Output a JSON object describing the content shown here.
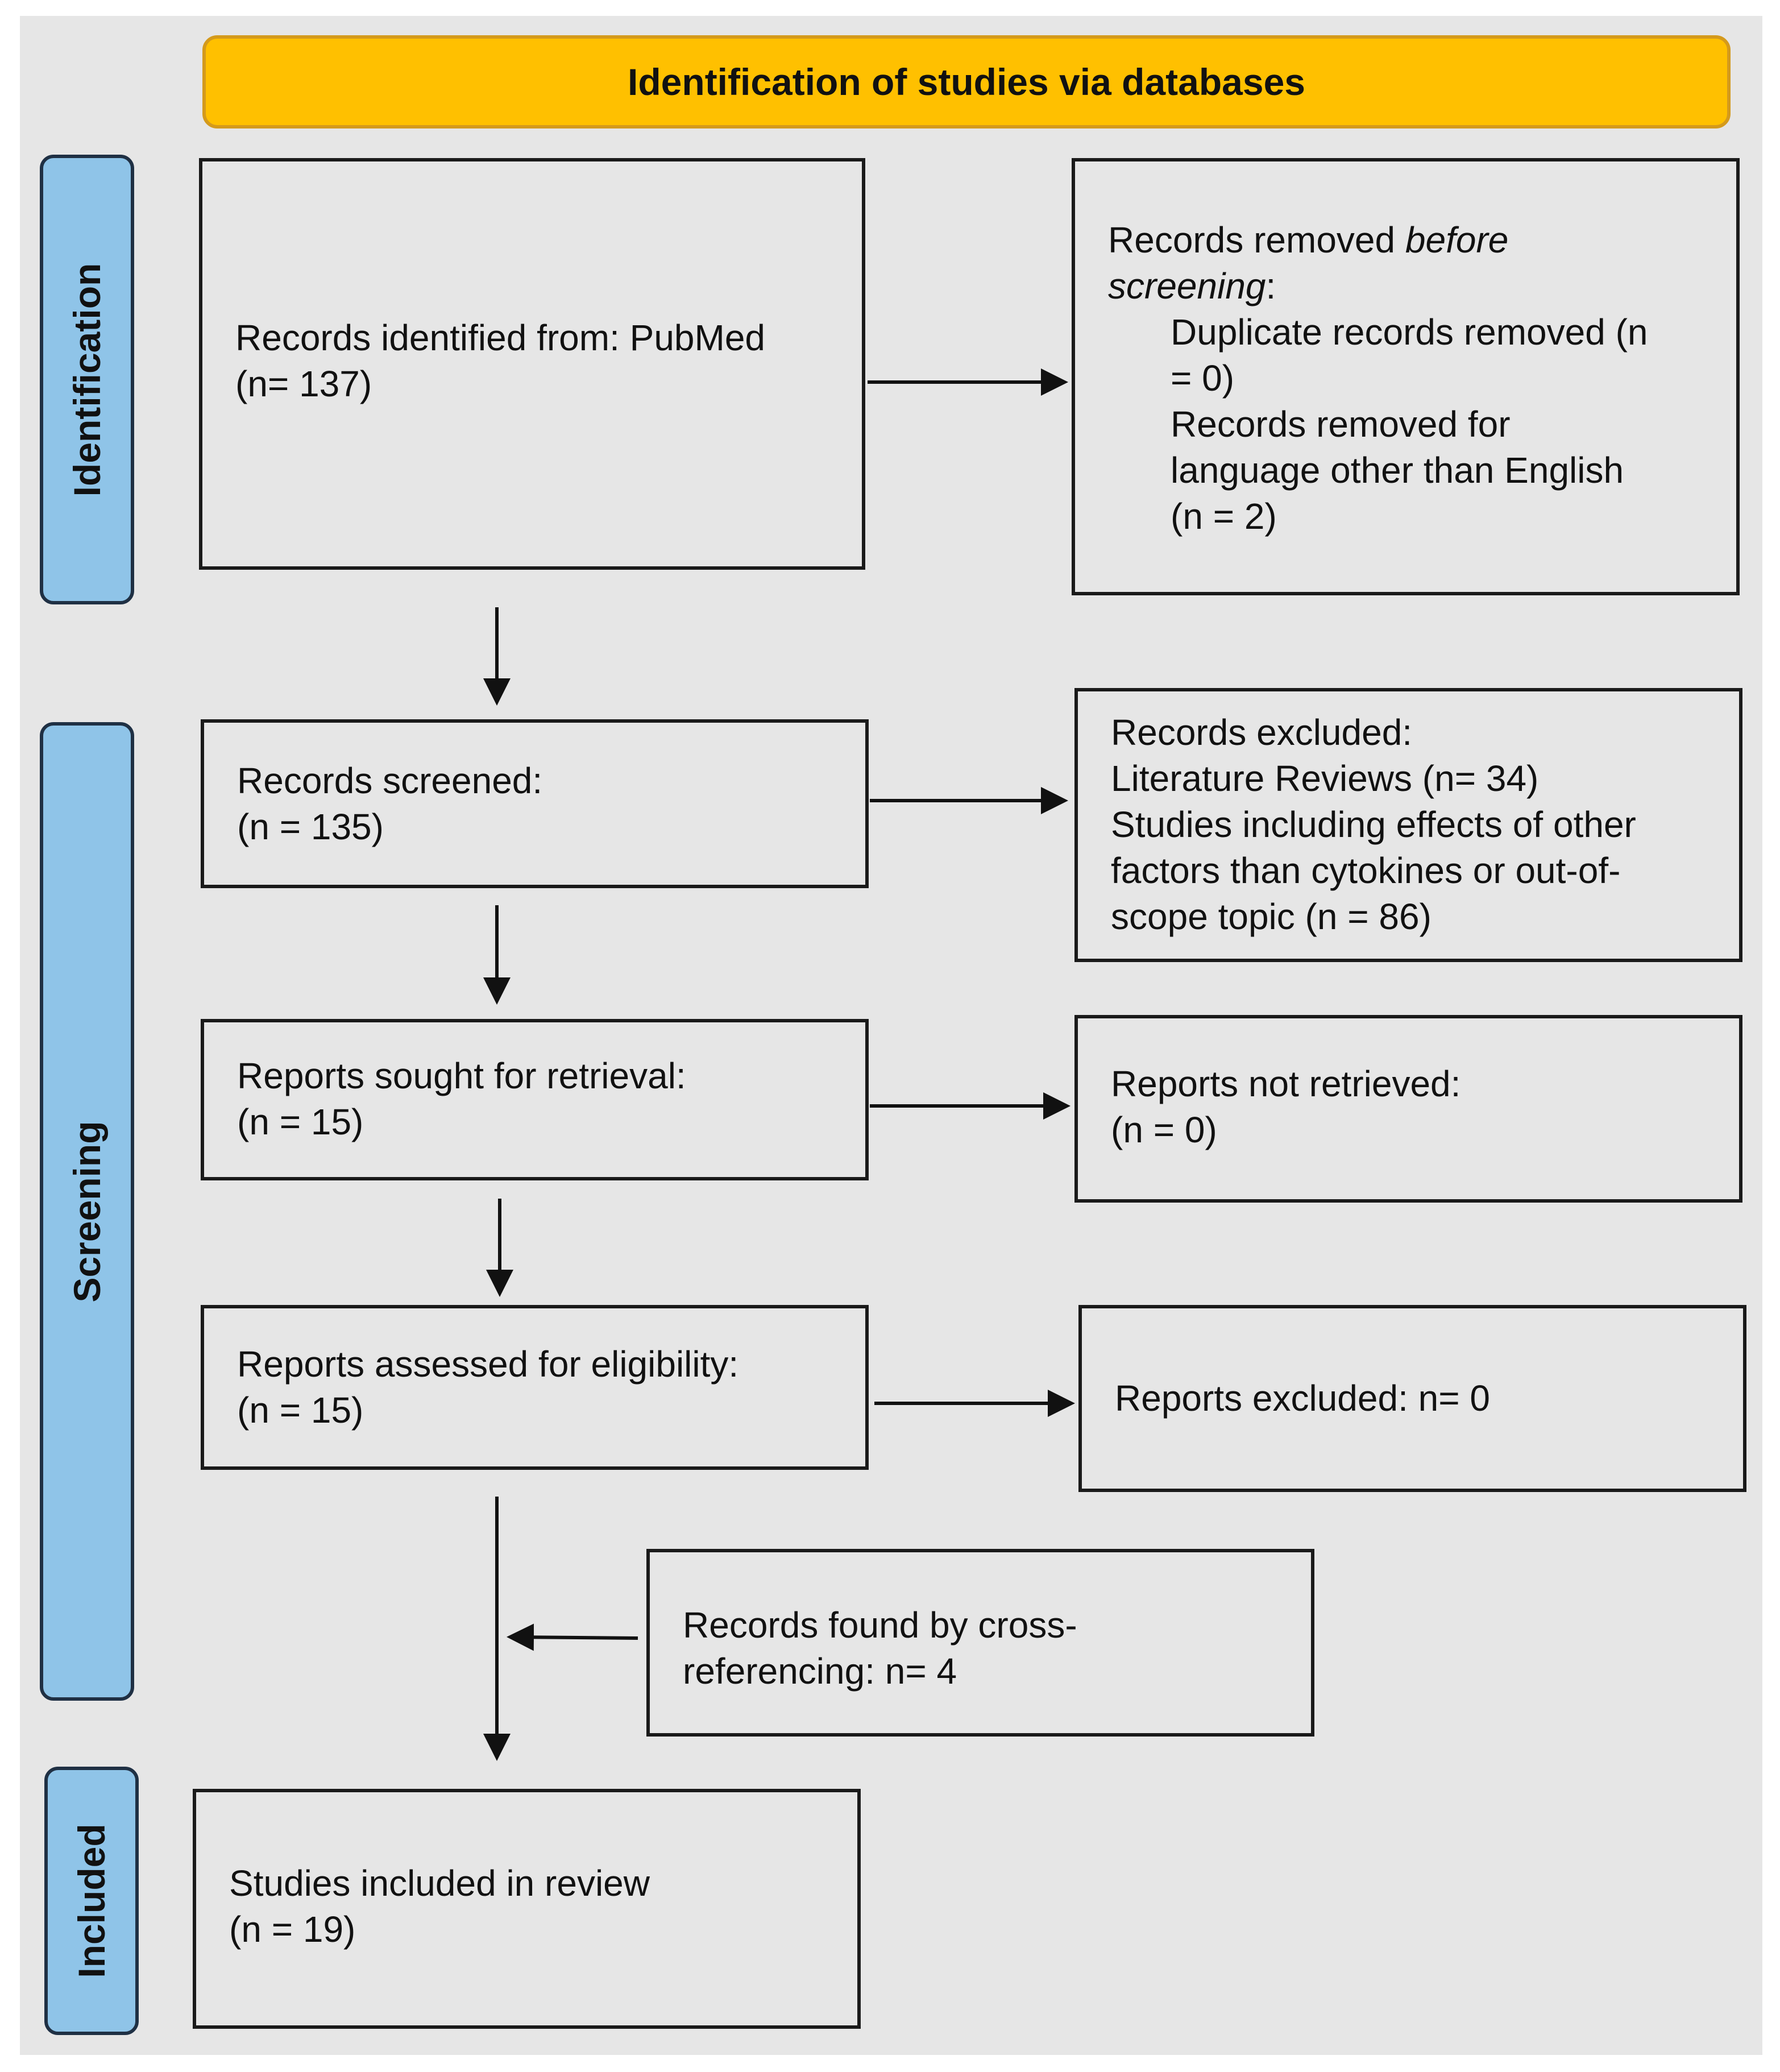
{
  "header": {
    "title": "Identification of studies via databases"
  },
  "phases": {
    "identification": "Identification",
    "screening": "Screening",
    "included": "Included"
  },
  "boxes": {
    "records_identified": {
      "line1": "Records identified from: PubMed",
      "line2": "(n= 137)"
    },
    "records_removed": {
      "line1_pre": "Records removed ",
      "line1_em": "before",
      "line2_em": "screening",
      "line2_post": ":",
      "line3": "Duplicate records removed (n",
      "line4": "= 0)",
      "line5": "Records removed for",
      "line6": "language other than English",
      "line7": "(n = 2)"
    },
    "records_screened": {
      "line1": "Records screened:",
      "line2": "(n = 135)"
    },
    "records_excluded": {
      "line1": "Records excluded:",
      "line2": "Literature Reviews (n= 34)",
      "line3": "Studies including effects of other",
      "line4": "factors than cytokines or out-of-",
      "line5": "scope topic (n = 86)"
    },
    "reports_sought": {
      "line1": "Reports sought for retrieval:",
      "line2": "(n = 15)"
    },
    "reports_not_retrieved": {
      "line1": "Reports not retrieved:",
      "line2": "(n = 0)"
    },
    "reports_assessed": {
      "line1": "Reports assessed for eligibility:",
      "line2": "(n = 15)"
    },
    "reports_excluded": {
      "line1": "Reports excluded: n= 0"
    },
    "cross_referencing": {
      "line1": "Records found by cross-",
      "line2": "referencing: n= 4"
    },
    "studies_included": {
      "line1": "Studies included in review",
      "line2": "(n = 19)"
    }
  },
  "colors": {
    "header_fill": "#ffc000",
    "phase_fill": "#8fc4e8",
    "background": "#e6e6e6"
  }
}
